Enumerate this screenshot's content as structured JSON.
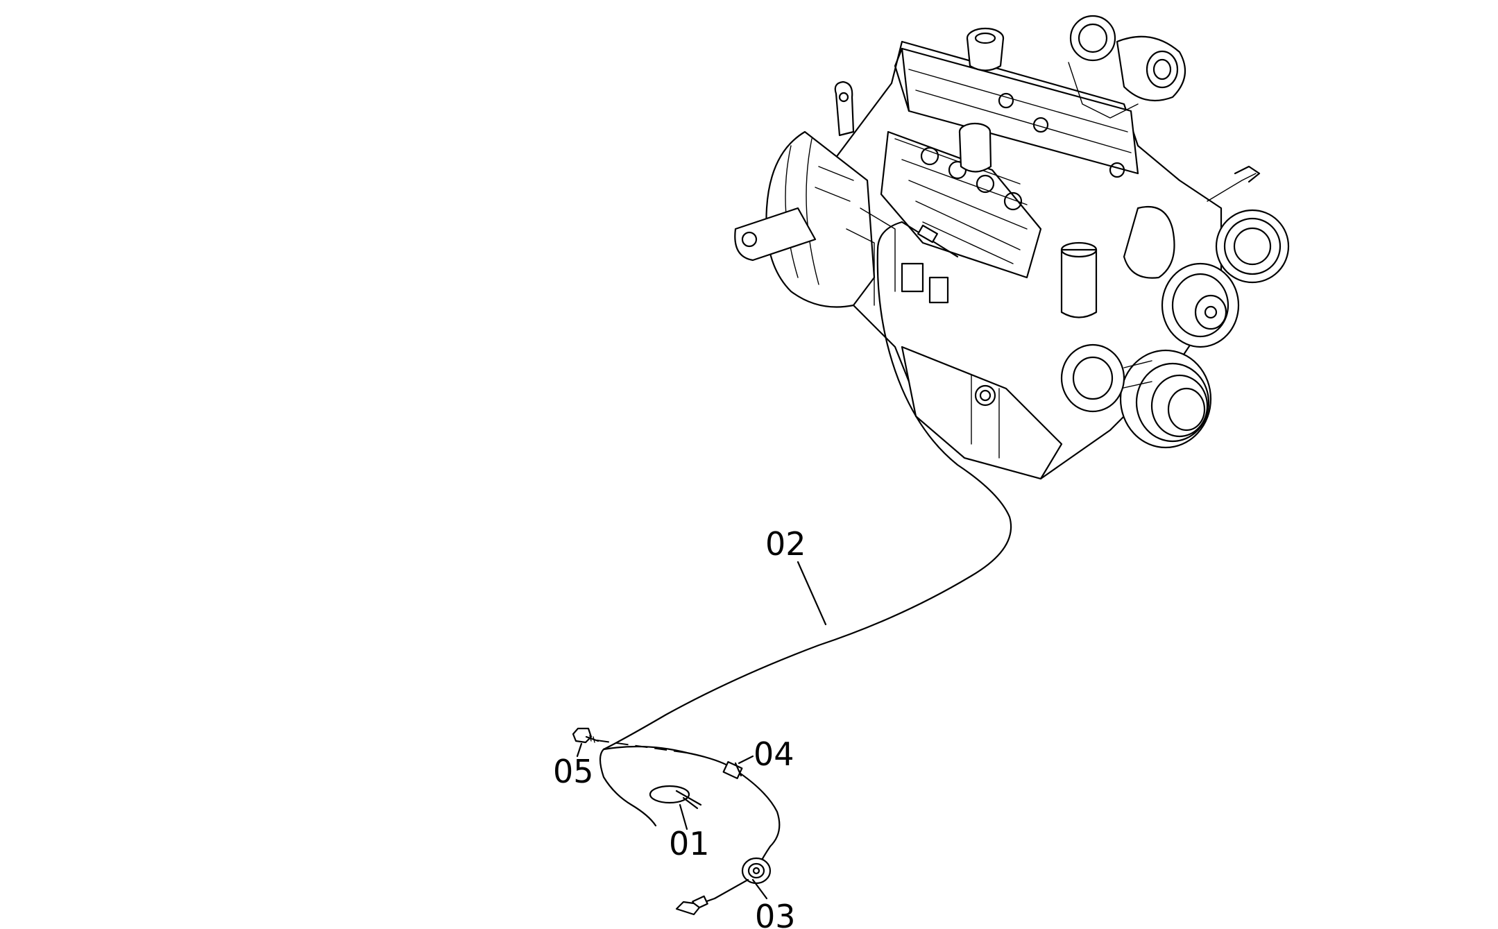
{
  "callouts": {
    "c01": "01",
    "c02": "02",
    "c03": "03",
    "c04": "04",
    "c05": "05"
  }
}
